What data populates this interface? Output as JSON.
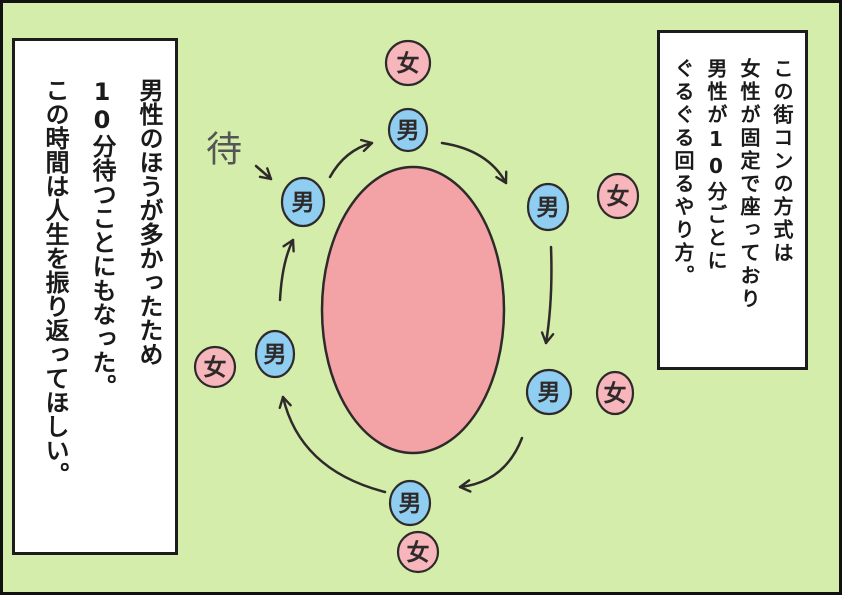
{
  "colors": {
    "background": "#d4edab",
    "table": "#f3a3a6",
    "male_seat": "#8fcdf1",
    "female_seat": "#f6b6bb",
    "ink": "#2f2a2a",
    "caption_box": "#ffffff"
  },
  "left_caption": {
    "lines": [
      "男性のほうが多かったため",
      "10分待つことにもなった。",
      "この時間は人生を振り返ってほしい。"
    ]
  },
  "right_caption": {
    "lines": [
      "この街コンの方式は",
      "女性が固定で座っており",
      "男性が10分ごとに",
      "ぐるぐる回るやり方。"
    ]
  },
  "diagram": {
    "waiting_label": "待",
    "male_label": "男",
    "female_label": "女"
  }
}
